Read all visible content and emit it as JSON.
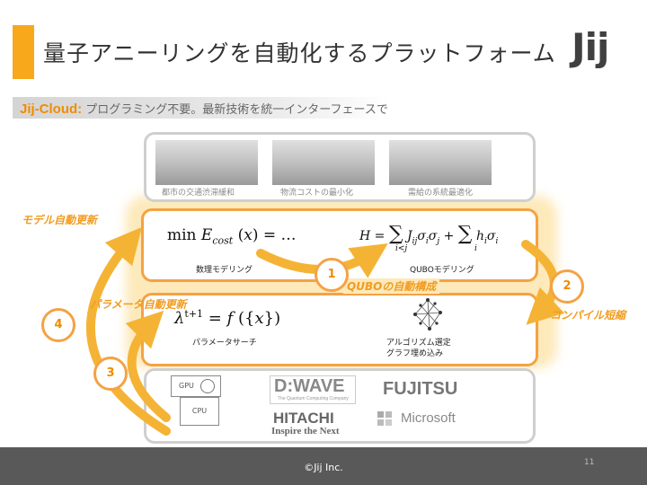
{
  "slide": {
    "title": "量子アニーリングを自動化するプラットフォーム",
    "logo": "Jij",
    "subtitle_brand": "Jij-Cloud:",
    "subtitle_text": " プログラミング不要。最新技術を統一インターフェースで",
    "page_number": "11",
    "copyright": "©Jij Inc."
  },
  "applications": [
    {
      "label": "都市の交通渋滞緩和"
    },
    {
      "label": "物流コストの最小化"
    },
    {
      "label": "需給の系統最適化"
    }
  ],
  "model_box": {
    "formula_left": "min E_cost(x) = …",
    "label_left": "数理モデリング",
    "formula_right": "H = Σ J_ij σ_i σ_j + Σ h_i σ_i",
    "label_right": "QUBOモデリング"
  },
  "center_label": "QUBOの自動構成",
  "param_box": {
    "formula": "λ^{t+1} = f({x})",
    "label_left": "パラメータサーチ",
    "label_right_1": "アルゴリズム選定",
    "label_right_2": "グラフ埋め込み"
  },
  "side_labels": {
    "model_update": "モデル自動更新",
    "param_update": "パラメータ自動更新",
    "compile": "コンパイル短縮"
  },
  "steps": [
    "1",
    "2",
    "3",
    "4"
  ],
  "hardware": {
    "gpu": "GPU",
    "cpu": "CPU",
    "dwave": "D:WAVE",
    "dwave_tagline": "The Quantum Computing Company",
    "fujitsu": "FUJITSU",
    "hitachi": "HITACHI",
    "hitachi_tagline": "Inspire the Next",
    "microsoft": "Microsoft"
  },
  "colors": {
    "accent": "#f7a81b",
    "arrow": "#f5b335",
    "footer": "#595959"
  }
}
